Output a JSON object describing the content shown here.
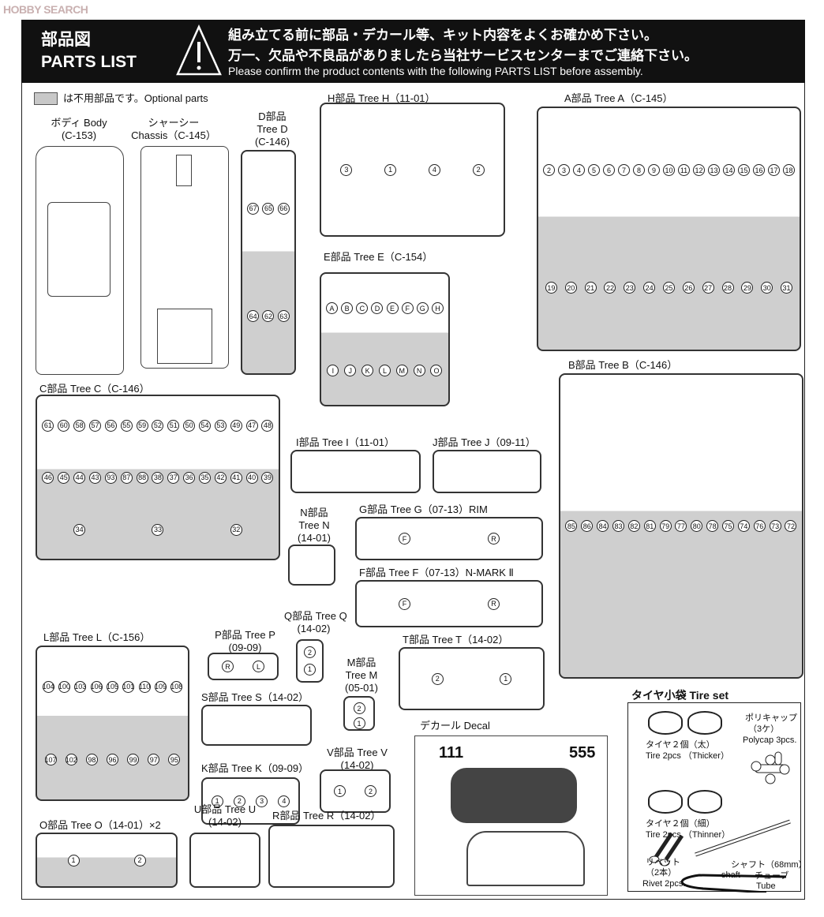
{
  "watermark": "HOBBY SEARCH",
  "header": {
    "title_jp": "部品図",
    "title_en": "PARTS LIST",
    "line1": "組み立てる前に部品・デカール等、キット内容をよくお確かめ下さい。",
    "line2": "万一、欠品や不良品がありましたら当社サービスセンターまでご連絡下さい。",
    "line3": "Please confirm the product contents with the following PARTS LIST before assembly."
  },
  "legend": "は不用部品です。Optional parts",
  "body": {
    "label": "ボディ Body",
    "code": "(C-153)"
  },
  "chassis": {
    "label": "シャーシー",
    "label2": "Chassis（C-145）"
  },
  "trees": {
    "D": {
      "label": "D部品",
      "label2": "Tree D",
      "label3": "(C-146)",
      "parts": [
        "67",
        "65",
        "66",
        "64",
        "62",
        "63"
      ]
    },
    "H": {
      "label": "H部品 Tree H（11-01）",
      "parts": [
        "3",
        "1",
        "4",
        "2"
      ]
    },
    "A": {
      "label": "A部品 Tree A（C-145）",
      "parts": [
        "2",
        "3",
        "4",
        "5",
        "6",
        "7",
        "8",
        "9",
        "10",
        "11",
        "12",
        "13",
        "14",
        "15",
        "16",
        "17",
        "18",
        "19",
        "20",
        "21",
        "22",
        "23",
        "24",
        "25",
        "26",
        "27",
        "28",
        "29",
        "30",
        "31"
      ]
    },
    "E": {
      "label": "E部品 Tree E（C-154）",
      "parts": [
        "A",
        "B",
        "C",
        "D",
        "E",
        "F",
        "G",
        "H",
        "I",
        "J",
        "K",
        "L",
        "M",
        "N",
        "O"
      ]
    },
    "C": {
      "label": "C部品 Tree C（C-146）",
      "parts": [
        "61",
        "60",
        "58",
        "57",
        "56",
        "55",
        "59",
        "52",
        "51",
        "50",
        "54",
        "53",
        "49",
        "47",
        "48",
        "46",
        "45",
        "44",
        "43",
        "93",
        "87",
        "88",
        "38",
        "37",
        "36",
        "35",
        "42",
        "41",
        "40",
        "39",
        "34",
        "33",
        "32"
      ]
    },
    "B": {
      "label": "B部品 Tree B（C-146）",
      "parts": [
        "85",
        "86",
        "84",
        "83",
        "82",
        "81",
        "79",
        "77",
        "80",
        "78",
        "75",
        "74",
        "76",
        "73",
        "72"
      ]
    },
    "I": {
      "label": "I部品 Tree I（11-01）",
      "parts": []
    },
    "J": {
      "label": "J部品 Tree J（09-11）",
      "parts": []
    },
    "N": {
      "label": "N部品",
      "label2": "Tree N",
      "label3": "(14-01)",
      "parts": []
    },
    "G": {
      "label": "G部品 Tree G（07-13）RIM",
      "parts": [
        "F",
        "R"
      ]
    },
    "F": {
      "label": "F部品 Tree F（07-13）N-MARK Ⅱ",
      "parts": [
        "F",
        "R"
      ]
    },
    "L": {
      "label": "L部品 Tree L（C-156）",
      "parts": [
        "104",
        "100",
        "103",
        "106",
        "105",
        "101",
        "110",
        "109",
        "108",
        "107",
        "102",
        "98",
        "96",
        "99",
        "97",
        "95"
      ]
    },
    "P": {
      "label": "P部品 Tree P",
      "label2": "(09-09)",
      "parts": [
        "R",
        "L"
      ]
    },
    "Q": {
      "label": "Q部品 Tree Q",
      "label2": "(14-02)",
      "parts": [
        "2",
        "1"
      ]
    },
    "T": {
      "label": "T部品 Tree T（14-02）",
      "parts": [
        "2",
        "1"
      ]
    },
    "M": {
      "label": "M部品",
      "label2": "Tree M",
      "label3": "(05-01)",
      "parts": [
        "2",
        "1"
      ]
    },
    "S": {
      "label": "S部品 Tree S（14-02）",
      "parts": []
    },
    "K": {
      "label": "K部品 Tree K（09-09）",
      "parts": [
        "1",
        "2",
        "3",
        "4"
      ]
    },
    "V": {
      "label": "V部品 Tree V",
      "label2": "(14-02)",
      "parts": [
        "1",
        "2"
      ]
    },
    "O": {
      "label": "O部品 Tree O（14-01）×2",
      "parts": [
        "1",
        "2"
      ]
    },
    "U": {
      "label": "U部品 Tree U",
      "label2": "(14-02)",
      "parts": []
    },
    "R": {
      "label": "R部品 Tree R（14-02）",
      "parts": []
    }
  },
  "decal": {
    "label": "デカール Decal",
    "num1": "111",
    "num2": "555"
  },
  "tireset": {
    "label": "タイヤ小袋 Tire set",
    "thick_jp": "タイヤ２個（太）",
    "thick_en": "Tire 2pcs （Thicker）",
    "thin_jp": "タイヤ２個（細）",
    "thin_en": "Tire 2pcs （Thinner）",
    "poly_jp": "ポリキャップ",
    "poly_qty": "（3ケ）",
    "poly_en": "Polycap 3pcs.",
    "shaft_jp": "シャフト（68mm）",
    "shaft_en": "shaft",
    "rivet_jp": "リベット",
    "rivet_qty": "（2本）",
    "rivet_en": "Rivet 2pcs.",
    "tube_jp": "チューブ",
    "tube_en": "Tube"
  }
}
